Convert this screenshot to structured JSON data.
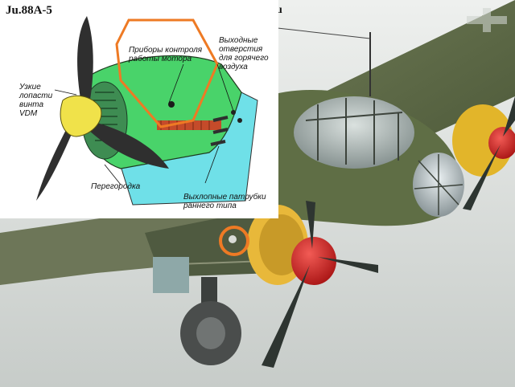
{
  "diagram": {
    "title": "Ju.88A-5",
    "labels": {
      "engine_instruments": "Приборы контроля\nработы мотора",
      "hot_air_outlets": "Выходные\nотверстия\nдля горячего\nвоздуха",
      "narrow_blades": "Узкие\nлопасти\nвинта\nVDM",
      "firewall": "Перегородка",
      "exhaust_stubs": "Выхлопные патрубки\nраннего типа"
    }
  },
  "photo_caption_fragment": "Ju",
  "colors": {
    "highlight": "#ee7a24",
    "cowling_green": "#49d36a",
    "spinner_yellow": "#f0e24a",
    "nacelle_cyan": "#6fe0e8",
    "camouflage": "#5d6b45",
    "spinner_red": "#d8262a"
  }
}
